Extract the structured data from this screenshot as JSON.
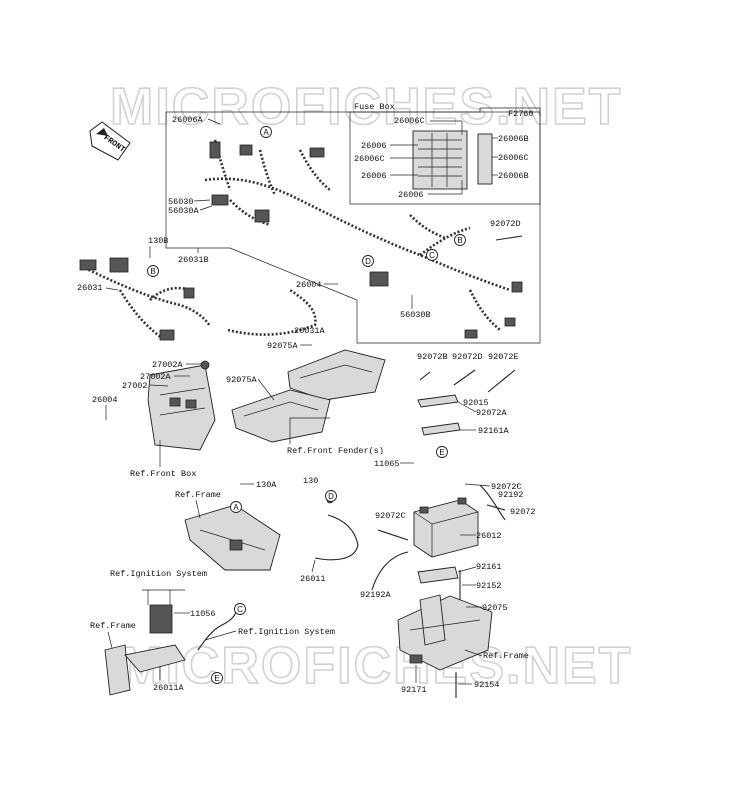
{
  "watermark": "MICROFICHES.NET",
  "fuse_box": {
    "title": "Fuse Box",
    "code": "F2760",
    "left_labels": [
      "26006C",
      "26006",
      "26006C",
      "26006",
      "26006"
    ],
    "right_labels": [
      "26006B",
      "26006C",
      "26006B"
    ]
  },
  "front_badge": "FRONT",
  "part_labels": [
    "26006A",
    "56030",
    "56030A",
    "26031B",
    "130B",
    "26031",
    "26004",
    "56030B",
    "92072D",
    "26031A",
    "92075A",
    "92075A",
    "27002A",
    "27002A",
    "27002",
    "26004",
    "92072B",
    "92072D",
    "92072E",
    "92015",
    "92072A",
    "92161A",
    "11065",
    "130A",
    "130",
    "92072C",
    "92192",
    "92072",
    "92072C",
    "26012",
    "26011",
    "92161",
    "92192A",
    "92152",
    "11056",
    "92075",
    "26011A",
    "92171",
    "92154"
  ],
  "ref_labels": [
    "Ref.Front Box",
    "Ref.Front Fender(s)",
    "Ref.Frame",
    "Ref.Ignition System",
    "Ref.Ignition System",
    "Ref.Frame",
    "Ref.Frame"
  ],
  "callouts": [
    "A",
    "B",
    "B",
    "C",
    "D",
    "A",
    "D",
    "E",
    "C",
    "E"
  ]
}
